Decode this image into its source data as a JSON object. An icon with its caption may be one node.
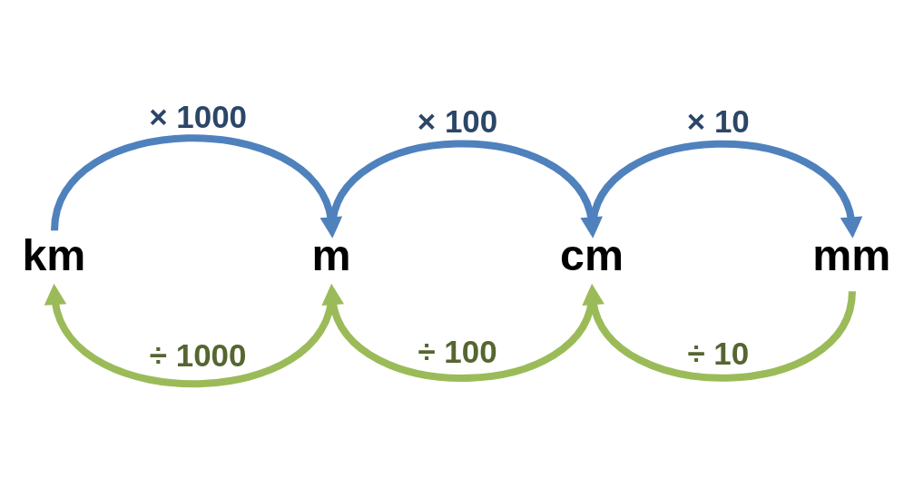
{
  "diagram": {
    "nodes": [
      {
        "text": [
          "km"
        ]
      },
      {
        "text": [
          "m"
        ]
      },
      {
        "text": [
          "cm"
        ]
      },
      {
        "text": [
          "mm"
        ]
      }
    ],
    "edges": [
      {
        "from": 0,
        "to": 1,
        "arrow": "to",
        "label": "× 1000",
        "color": "#4f81bd"
      },
      {
        "from": 1,
        "to": 2,
        "arrow": "to",
        "label": "× 100",
        "color": "#4f81bd"
      },
      {
        "from": 2,
        "to": 3,
        "arrow": "to",
        "label": "× 10",
        "color": "#4f81bd"
      },
      {
        "from": 1,
        "to": 0,
        "arrow": "to",
        "label": "÷ 1000",
        "color": "#9bbb59"
      },
      {
        "from": 2,
        "to": 1,
        "arrow": "to",
        "label": "÷ 100",
        "color": "#9bbb59"
      },
      {
        "from": 3,
        "to": 2,
        "arrow": "to",
        "label": "÷ 10",
        "color": "#9bbb59"
      }
    ]
  }
}
